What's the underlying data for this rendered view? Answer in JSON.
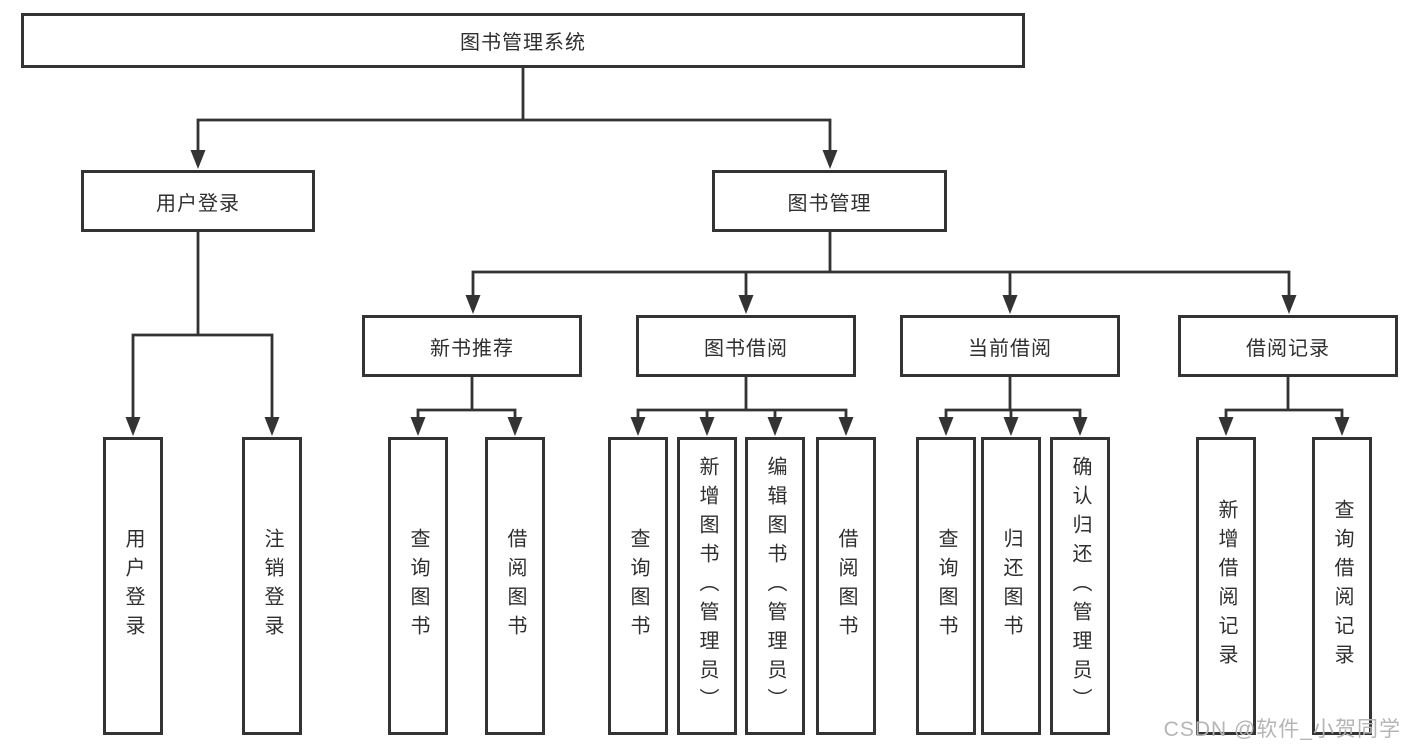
{
  "diagram": {
    "type": "hierarchy-tree",
    "colors": {
      "line": "#333333",
      "box_border": "#333333",
      "text": "#2f2f2f",
      "watermark": "#b5b5b5",
      "background": "#ffffff"
    },
    "nodes": {
      "root": "图书管理系统",
      "level2": {
        "user_login": "用户登录",
        "book_mgmt": "图书管理"
      },
      "level3": {
        "new_books": "新书推荐",
        "borrowing": "图书借阅",
        "current": "当前借阅",
        "records": "借阅记录"
      },
      "leaves": {
        "user_login": [
          "用户登录",
          "注销登录"
        ],
        "new_books": [
          "查询图书",
          "借阅图书"
        ],
        "borrowing": [
          "查询图书",
          "新增图书（管理员）",
          "编辑图书（管理员）",
          "借阅图书"
        ],
        "current": [
          "查询图书",
          "归还图书",
          "确认归还（管理员）"
        ],
        "records": [
          "新增借阅记录",
          "查询借阅记录"
        ]
      }
    },
    "watermark": "CSDN @软件_小贺同学"
  }
}
